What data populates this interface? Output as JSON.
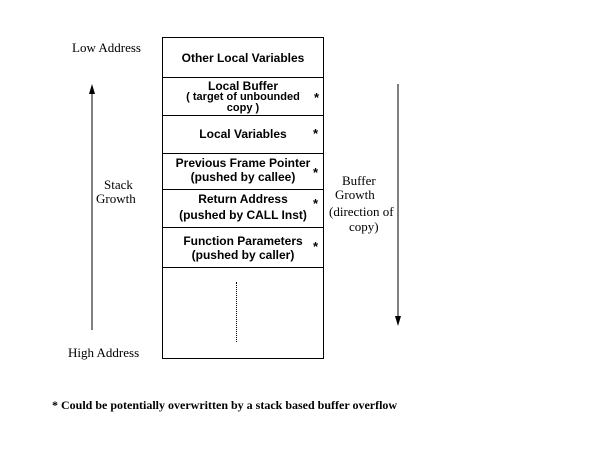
{
  "labels": {
    "low_address": "Low Address",
    "high_address": "High Address",
    "stack_growth_1": "Stack",
    "stack_growth_2": "Growth",
    "buffer_growth_1": "Buffer",
    "buffer_growth_2": "Growth",
    "buffer_growth_3": "(direction of",
    "buffer_growth_4": "copy)"
  },
  "cells": [
    {
      "line1": "Other Local Variables",
      "line2": "",
      "line3": "",
      "star": ""
    },
    {
      "line1": "Local Buffer",
      "line2": "( target of unbounded",
      "line3": "copy )",
      "star": "*"
    },
    {
      "line1": "Local Variables",
      "line2": "",
      "line3": "",
      "star": "*"
    },
    {
      "line1": "Previous Frame Pointer",
      "line2": "(pushed by callee)",
      "line3": "",
      "star": "*"
    },
    {
      "line1": "Return Address",
      "line2": "(pushed by CALL Inst)",
      "line3": "",
      "star": "*"
    },
    {
      "line1": "Function Parameters",
      "line2": "(pushed by caller)",
      "line3": "",
      "star": "*"
    }
  ],
  "footnote": "* Could be potentially overwritten by a stack based buffer overflow"
}
